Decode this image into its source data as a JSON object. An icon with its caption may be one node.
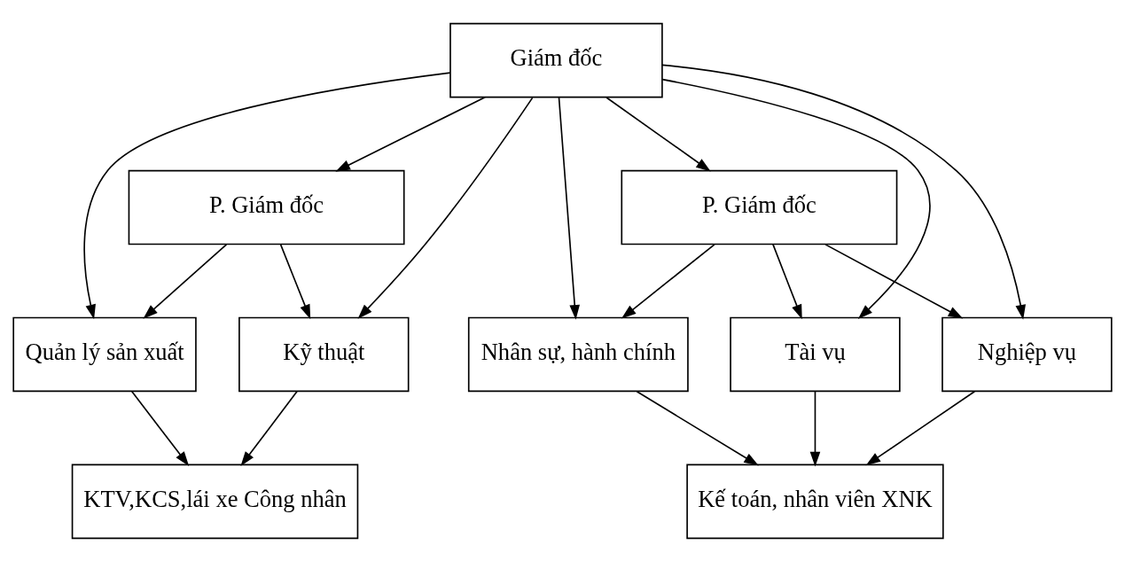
{
  "diagram": {
    "nodes": [
      {
        "text": [
          "Giám đốc"
        ]
      },
      {
        "text": [
          "P. Giám đốc"
        ]
      },
      {
        "text": [
          "P. Giám đốc"
        ]
      },
      {
        "text": [
          "Kỹ thuật"
        ]
      },
      {
        "text": [
          "Quản lý sản xuất"
        ]
      },
      {
        "text": [
          "Nhân sự, hành chính"
        ]
      },
      {
        "text": [
          "Tài vụ"
        ]
      },
      {
        "text": [
          "Nghiệp vụ"
        ]
      },
      {
        "text": [
          "KTV,KCS,lái xe Công nhân"
        ]
      },
      {
        "text": [
          "Kế toán, nhân viên XNK"
        ]
      }
    ],
    "edges": [
      {
        "from": 0,
        "to": 1,
        "arrow": "to"
      },
      {
        "from": 0,
        "to": 2,
        "arrow": "to"
      },
      {
        "from": 0,
        "to": 3,
        "arrow": "to"
      },
      {
        "from": 0,
        "to": 4,
        "arrow": "to"
      },
      {
        "from": 0,
        "to": 5,
        "arrow": "to"
      },
      {
        "from": 0,
        "to": 6,
        "arrow": "to"
      },
      {
        "from": 0,
        "to": 7,
        "arrow": "to"
      },
      {
        "from": 1,
        "to": 3,
        "arrow": "to"
      },
      {
        "from": 1,
        "to": 4,
        "arrow": "to"
      },
      {
        "from": 2,
        "to": 5,
        "arrow": "to"
      },
      {
        "from": 2,
        "to": 6,
        "arrow": "to"
      },
      {
        "from": 2,
        "to": 7,
        "arrow": "to"
      },
      {
        "from": 3,
        "to": 8,
        "arrow": "to"
      },
      {
        "from": 4,
        "to": 8,
        "arrow": "to"
      },
      {
        "from": 5,
        "to": 9,
        "arrow": "to"
      },
      {
        "from": 6,
        "to": 9,
        "arrow": "to"
      },
      {
        "from": 7,
        "to": 9,
        "arrow": "to"
      }
    ]
  }
}
